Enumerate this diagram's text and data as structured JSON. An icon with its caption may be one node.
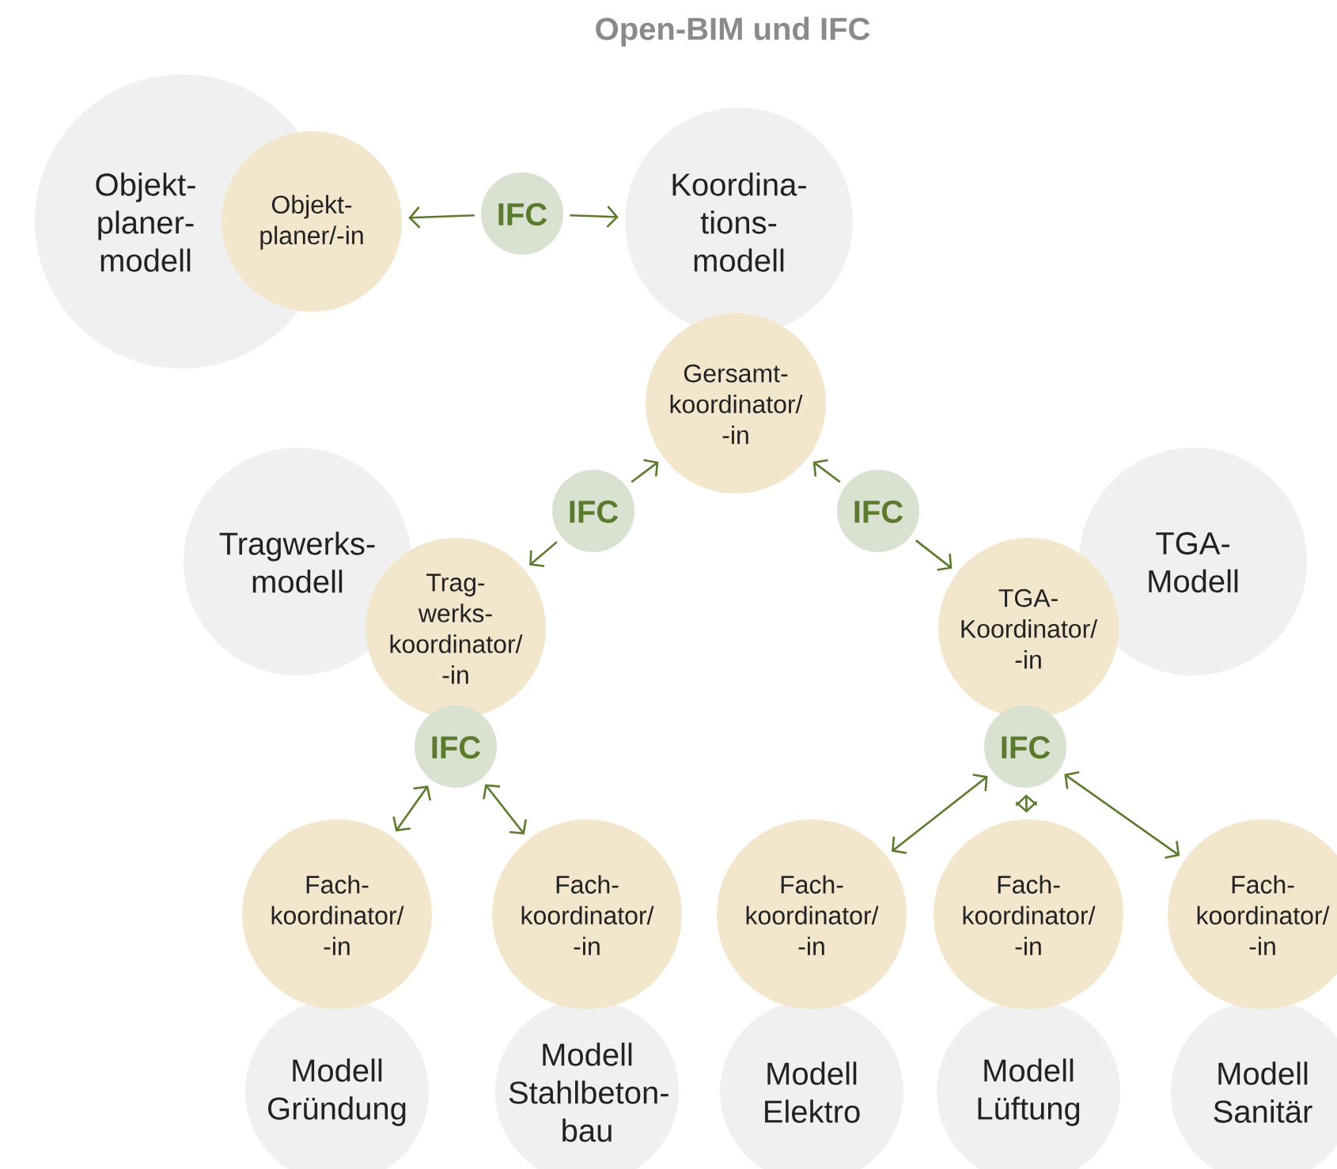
{
  "diagram": {
    "title": "Open-BIM und IFC",
    "nodes": [
      {
        "text": [
          "Objekt- planer- modell"
        ]
      },
      {
        "text": [
          "Objekt- planer/-in"
        ]
      },
      {
        "text": [
          "IFC"
        ]
      },
      {
        "text": [
          "Koordina- tions- modell"
        ]
      },
      {
        "text": [
          "Gersamt- koordinator/ -in"
        ]
      },
      {
        "text": [
          "IFC"
        ]
      },
      {
        "text": [
          "IFC"
        ]
      },
      {
        "text": [
          "Tragwerks- modell"
        ]
      },
      {
        "text": [
          "Trag- werks- koordinator/ -in"
        ]
      },
      {
        "text": [
          "TGA- Modell"
        ]
      },
      {
        "text": [
          "TGA- Koordinator/ -in"
        ]
      },
      {
        "text": [
          "IFC"
        ]
      },
      {
        "text": [
          "IFC"
        ]
      },
      {
        "text": [
          "Fach- koordinator/ -in"
        ]
      },
      {
        "text": [
          "Fach- koordinator/ -in"
        ]
      },
      {
        "text": [
          "Fach- koordinator/ -in"
        ]
      },
      {
        "text": [
          "Fach- koordinator/ -in"
        ]
      },
      {
        "text": [
          "Fach- koordinator/ -in"
        ]
      },
      {
        "text": [
          "Modell Gründung"
        ]
      },
      {
        "text": [
          "Modell Stahlbeton- bau"
        ]
      },
      {
        "text": [
          "Modell Elektro"
        ]
      },
      {
        "text": [
          "Modell Lüftung"
        ]
      },
      {
        "text": [
          "Modell Sanitär"
        ]
      }
    ],
    "edges": [
      {
        "from": 2,
        "to": 1,
        "arrow": "to"
      },
      {
        "from": 2,
        "to": 3,
        "arrow": "to"
      },
      {
        "from": 5,
        "to": 4,
        "arrow": "to"
      },
      {
        "from": 5,
        "to": 8,
        "arrow": "to"
      },
      {
        "from": 6,
        "to": 4,
        "arrow": "to"
      },
      {
        "from": 6,
        "to": 10,
        "arrow": "to"
      },
      {
        "from": 11,
        "to": 13,
        "arrow": "both"
      },
      {
        "from": 11,
        "to": 14,
        "arrow": "both"
      },
      {
        "from": 12,
        "to": 15,
        "arrow": "both"
      },
      {
        "from": 12,
        "to": 16,
        "arrow": "both"
      },
      {
        "from": 12,
        "to": 17,
        "arrow": "both"
      }
    ]
  }
}
